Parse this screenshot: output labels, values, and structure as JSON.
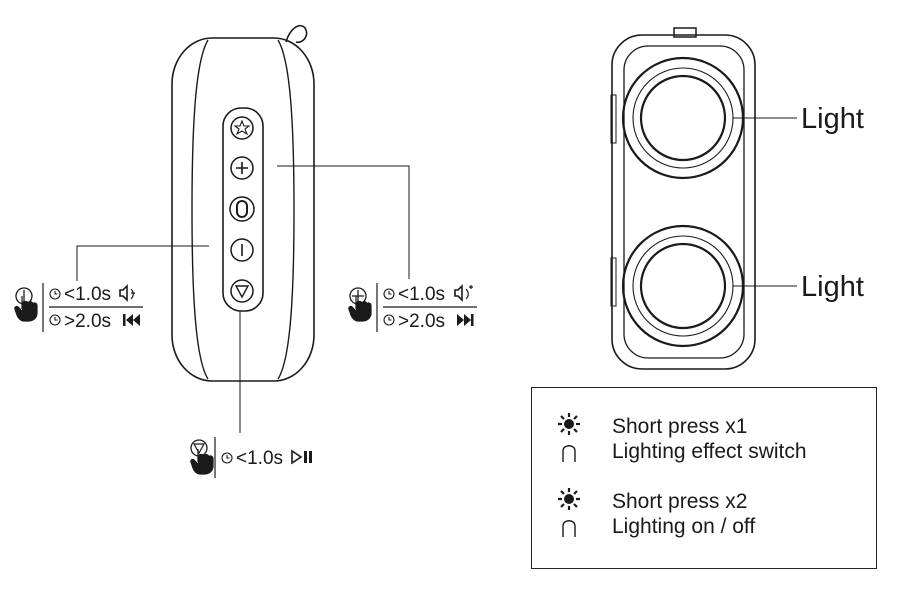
{
  "buttons": {
    "volume_down": {
      "short_time": "<1.0s",
      "long_time": ">2.0s"
    },
    "volume_up": {
      "short_time": "<1.0s",
      "long_time": ">2.0s"
    },
    "play": {
      "short_time": "<1.0s"
    }
  },
  "side_labels": {
    "top": "Light",
    "bottom": "Light"
  },
  "legend": {
    "rows": [
      {
        "line1": "Short press x1",
        "line2": "Lighting effect switch"
      },
      {
        "line1": "Short press x2",
        "line2": "Lighting on / off"
      }
    ]
  },
  "icons": [
    "light-icon",
    "plus-icon",
    "power-icon",
    "minus-icon",
    "play-triangle-icon",
    "clock-icon",
    "hand-press-icon",
    "speaker-icon",
    "prev-icon",
    "next-icon",
    "play-pause-icon",
    "finger-icon"
  ],
  "colors": {
    "stroke": "#1a1a1a",
    "background": "#ffffff"
  }
}
